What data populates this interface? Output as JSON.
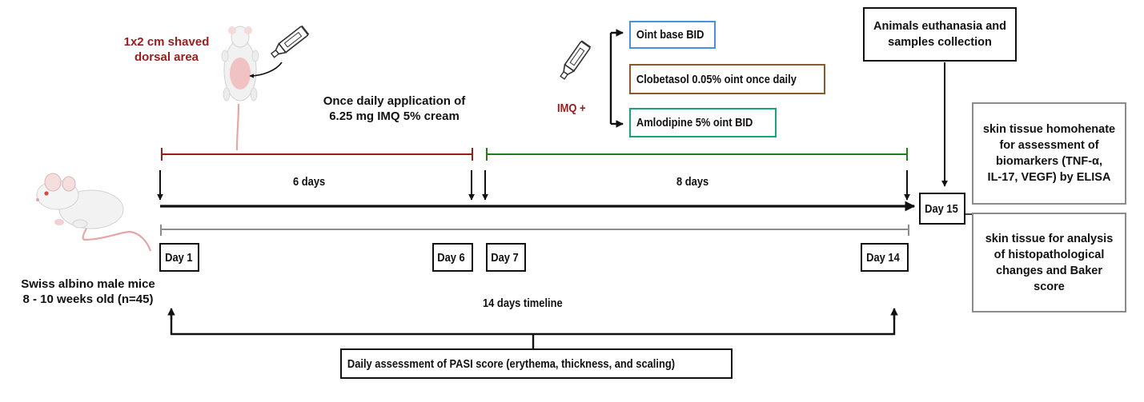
{
  "colors": {
    "dark_red": "#9b1c1c",
    "green": "#1e7e1e",
    "blue_border": "#4a90e2",
    "brown_border": "#8b5a2b",
    "teal_border": "#1aa37a",
    "gray": "#8c8c8c",
    "black": "#111111"
  },
  "icons": [
    "mouse-icon",
    "shaved-mouse-icon",
    "ointment-tube-icon"
  ],
  "subjects": {
    "line1": "Swiss albino male mice",
    "line2": "8 - 10 weeks old (n=45)"
  },
  "shaved_area": {
    "line1": "1x2 cm shaved",
    "line2": "dorsal area"
  },
  "application": {
    "line1": "Once daily application of",
    "line2": "6.25 mg IMQ 5% cream"
  },
  "imq_label": "IMQ +",
  "treatments": [
    {
      "label": "Oint base BID"
    },
    {
      "label": "Clobetasol 0.05% oint once daily"
    },
    {
      "label": "Amlodipine 5% oint BID"
    }
  ],
  "phases": [
    {
      "label": "6 days"
    },
    {
      "label": "8 days"
    }
  ],
  "days": [
    {
      "label": "Day 1"
    },
    {
      "label": "Day 6"
    },
    {
      "label": "Day 7"
    },
    {
      "label": "Day 14"
    },
    {
      "label": "Day 15"
    }
  ],
  "timeline_label": "14 days timeline",
  "pasi": "Daily assessment of PASI score (erythema, thickness, and scaling)",
  "euthanasia": {
    "line1": "Animals euthanasia and",
    "line2": "samples collection"
  },
  "homogenate": {
    "line1": "skin tissue homohenate",
    "line2": "for assessment of",
    "line3": "biomarkers (TNF-α,",
    "line4": "IL-17, VEGF) by ELISA"
  },
  "histology": {
    "line1": "skin tissue for analysis",
    "line2": "of histopathological",
    "line3": "changes and Baker",
    "line4": "score"
  }
}
